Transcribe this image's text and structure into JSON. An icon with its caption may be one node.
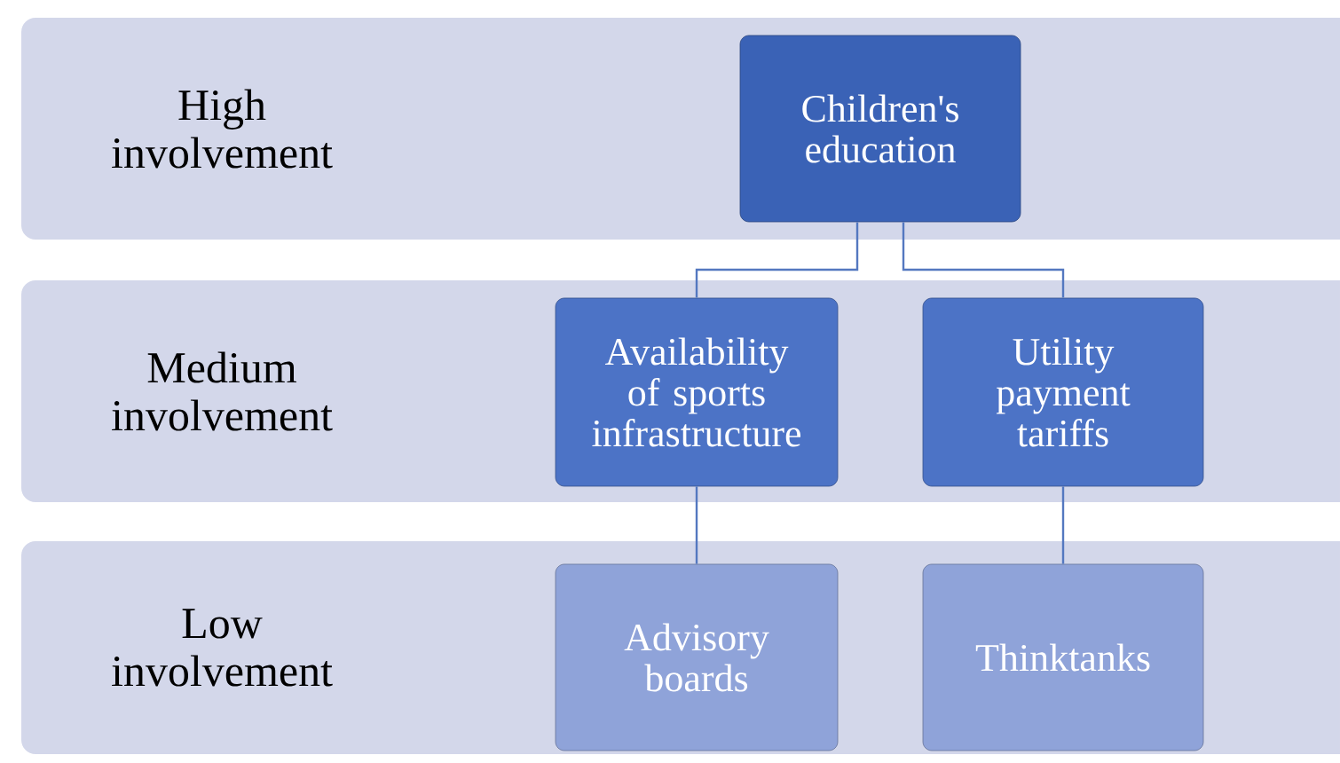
{
  "diagram": {
    "nodes": [
      {
        "text": [
          "High involvement"
        ]
      },
      {
        "text": [
          "Children's education"
        ],
        "in": 0
      },
      {
        "text": [
          "Medium involvement"
        ]
      },
      {
        "text": [
          "Availability of sports infrastructure"
        ],
        "in": 2
      },
      {
        "text": [
          "Utility payment tariffs"
        ],
        "in": 2
      },
      {
        "text": [
          "Low involvement"
        ]
      },
      {
        "text": [
          "Advisory boards"
        ],
        "in": 5
      },
      {
        "text": [
          "Thinktanks"
        ],
        "in": 5
      }
    ],
    "edges": [
      {
        "from": 1,
        "to": 3,
        "arrow": "none"
      },
      {
        "from": 1,
        "to": 4,
        "arrow": "none"
      },
      {
        "from": 3,
        "to": 6,
        "arrow": "none"
      },
      {
        "from": 4,
        "to": 7,
        "arrow": "none"
      }
    ]
  }
}
